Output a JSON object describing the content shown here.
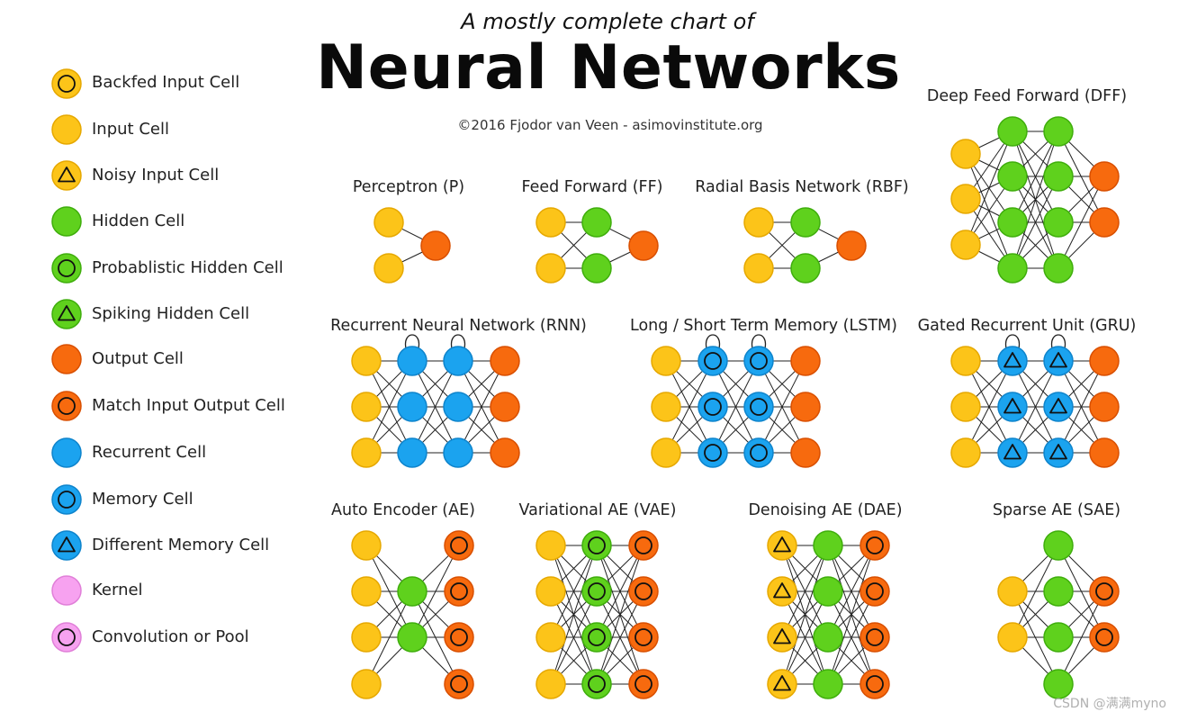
{
  "header": {
    "subtitle": "A mostly complete chart of",
    "title": "Neural Networks",
    "credit": "©2016 Fjodor van Veen - asimovinstitute.org"
  },
  "colors": {
    "input": "#fcc419",
    "input_border": "#e6a800",
    "hidden": "#5fd11d",
    "hidden_border": "#3fae0c",
    "output": "#f76a0e",
    "output_border": "#d94f00",
    "recurrent": "#1ba3ef",
    "recurrent_border": "#0e84cc",
    "kernel": "#f7a2f0",
    "kernel_border": "#e07fd8",
    "edge": "#222222",
    "mark": "#111111"
  },
  "legend": [
    {
      "label": "Backfed Input Cell",
      "cell": "input",
      "mark": "circle"
    },
    {
      "label": "Input Cell",
      "cell": "input",
      "mark": "none"
    },
    {
      "label": "Noisy Input Cell",
      "cell": "input",
      "mark": "triangle"
    },
    {
      "label": "Hidden Cell",
      "cell": "hidden",
      "mark": "none"
    },
    {
      "label": "Probablistic Hidden Cell",
      "cell": "hidden",
      "mark": "circle"
    },
    {
      "label": "Spiking Hidden Cell",
      "cell": "hidden",
      "mark": "triangle"
    },
    {
      "label": "Output Cell",
      "cell": "output",
      "mark": "none"
    },
    {
      "label": "Match Input Output Cell",
      "cell": "output",
      "mark": "circle"
    },
    {
      "label": "Recurrent Cell",
      "cell": "recurrent",
      "mark": "none"
    },
    {
      "label": "Memory Cell",
      "cell": "recurrent",
      "mark": "circle"
    },
    {
      "label": "Different Memory Cell",
      "cell": "recurrent",
      "mark": "triangle"
    },
    {
      "label": "Kernel",
      "cell": "kernel",
      "mark": "none"
    },
    {
      "label": "Convolution or Pool",
      "cell": "kernel",
      "mark": "circle"
    }
  ],
  "networks": [
    {
      "id": "p",
      "title": "Perceptron (P)",
      "layers": [
        {
          "cell": "input",
          "mark": "none",
          "n": 2
        },
        {
          "cell": "output",
          "mark": "none",
          "n": 1
        }
      ]
    },
    {
      "id": "ff",
      "title": "Feed Forward (FF)",
      "layers": [
        {
          "cell": "input",
          "mark": "none",
          "n": 2
        },
        {
          "cell": "hidden",
          "mark": "none",
          "n": 2
        },
        {
          "cell": "output",
          "mark": "none",
          "n": 1
        }
      ]
    },
    {
      "id": "rbf",
      "title": "Radial Basis Network (RBF)",
      "layers": [
        {
          "cell": "input",
          "mark": "none",
          "n": 2
        },
        {
          "cell": "hidden",
          "mark": "none",
          "n": 2
        },
        {
          "cell": "output",
          "mark": "none",
          "n": 1
        }
      ]
    },
    {
      "id": "dff",
      "title": "Deep Feed Forward (DFF)",
      "layers": [
        {
          "cell": "input",
          "mark": "none",
          "n": 3
        },
        {
          "cell": "hidden",
          "mark": "none",
          "n": 4
        },
        {
          "cell": "hidden",
          "mark": "none",
          "n": 4
        },
        {
          "cell": "output",
          "mark": "none",
          "n": 2
        }
      ]
    },
    {
      "id": "rnn",
      "title": "Recurrent Neural Network (RNN)",
      "layers": [
        {
          "cell": "input",
          "mark": "none",
          "n": 3
        },
        {
          "cell": "recurrent",
          "mark": "none",
          "n": 3,
          "loops": true
        },
        {
          "cell": "recurrent",
          "mark": "none",
          "n": 3,
          "loops": true
        },
        {
          "cell": "output",
          "mark": "none",
          "n": 3
        }
      ]
    },
    {
      "id": "lstm",
      "title": "Long / Short Term Memory (LSTM)",
      "layers": [
        {
          "cell": "input",
          "mark": "none",
          "n": 3
        },
        {
          "cell": "recurrent",
          "mark": "circle",
          "n": 3,
          "loops": true
        },
        {
          "cell": "recurrent",
          "mark": "circle",
          "n": 3,
          "loops": true
        },
        {
          "cell": "output",
          "mark": "none",
          "n": 3
        }
      ]
    },
    {
      "id": "gru",
      "title": "Gated Recurrent Unit (GRU)",
      "layers": [
        {
          "cell": "input",
          "mark": "none",
          "n": 3
        },
        {
          "cell": "recurrent",
          "mark": "triangle",
          "n": 3,
          "loops": true
        },
        {
          "cell": "recurrent",
          "mark": "triangle",
          "n": 3,
          "loops": true
        },
        {
          "cell": "output",
          "mark": "none",
          "n": 3
        }
      ]
    },
    {
      "id": "ae",
      "title": "Auto Encoder (AE)",
      "layers": [
        {
          "cell": "input",
          "mark": "none",
          "n": 4
        },
        {
          "cell": "hidden",
          "mark": "none",
          "n": 2
        },
        {
          "cell": "output",
          "mark": "circle",
          "n": 4
        }
      ]
    },
    {
      "id": "vae",
      "title": "Variational AE (VAE)",
      "layers": [
        {
          "cell": "input",
          "mark": "none",
          "n": 4
        },
        {
          "cell": "hidden",
          "mark": "circle",
          "n": 4
        },
        {
          "cell": "output",
          "mark": "circle",
          "n": 4
        }
      ]
    },
    {
      "id": "dae",
      "title": "Denoising AE (DAE)",
      "layers": [
        {
          "cell": "input",
          "mark": "triangle",
          "n": 4
        },
        {
          "cell": "hidden",
          "mark": "none",
          "n": 4
        },
        {
          "cell": "output",
          "mark": "circle",
          "n": 4
        }
      ]
    },
    {
      "id": "sae",
      "title": "Sparse AE (SAE)",
      "layers": [
        {
          "cell": "input",
          "mark": "none",
          "n": 2
        },
        {
          "cell": "hidden",
          "mark": "none",
          "n": 4
        },
        {
          "cell": "output",
          "mark": "circle",
          "n": 2
        }
      ]
    }
  ],
  "watermark": "CSDN @满满myno"
}
